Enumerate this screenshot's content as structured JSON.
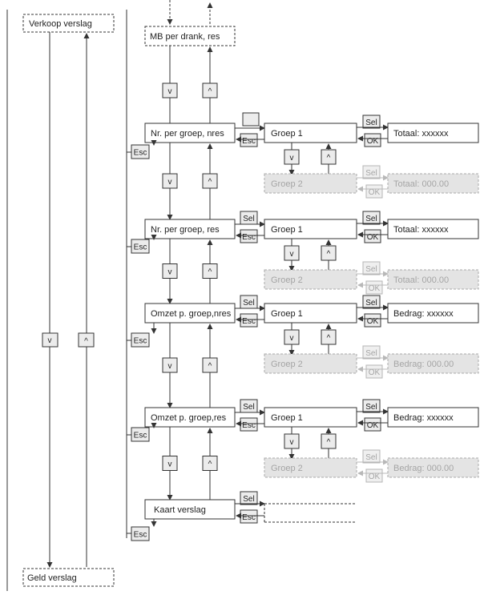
{
  "left": {
    "top_label": "Verkoop verslag",
    "bottom_label": "Geld verslag",
    "down_btn": "v",
    "up_btn": "^"
  },
  "top_item": "MB per drank, res",
  "nav": {
    "down": "v",
    "up": "^",
    "esc": "Esc",
    "sel": "Sel",
    "ok": "OK"
  },
  "rows": [
    {
      "item": "Nr. per groep, nres",
      "group1": "Groep 1",
      "value1": "Totaal: xxxxxx",
      "group2": "Groep 2",
      "value2": "Totaal: 000.00"
    },
    {
      "item": "Nr. per groep, res",
      "group1": "Groep 1",
      "value1": "Totaal: xxxxxx",
      "group2": "Groep 2",
      "value2": "Totaal: 000.00"
    },
    {
      "item": "Omzet p. groep,nres",
      "group1": "Groep 1",
      "value1": "Bedrag: xxxxxx",
      "group2": "Groep 2",
      "value2": "Bedrag: 000.00"
    },
    {
      "item": "Omzet p. groep,res",
      "group1": "Groep 1",
      "value1": "Bedrag: xxxxxx",
      "group2": "Groep 2",
      "value2": "Bedrag: 000.00"
    }
  ],
  "last_item": "Kaart verslag"
}
